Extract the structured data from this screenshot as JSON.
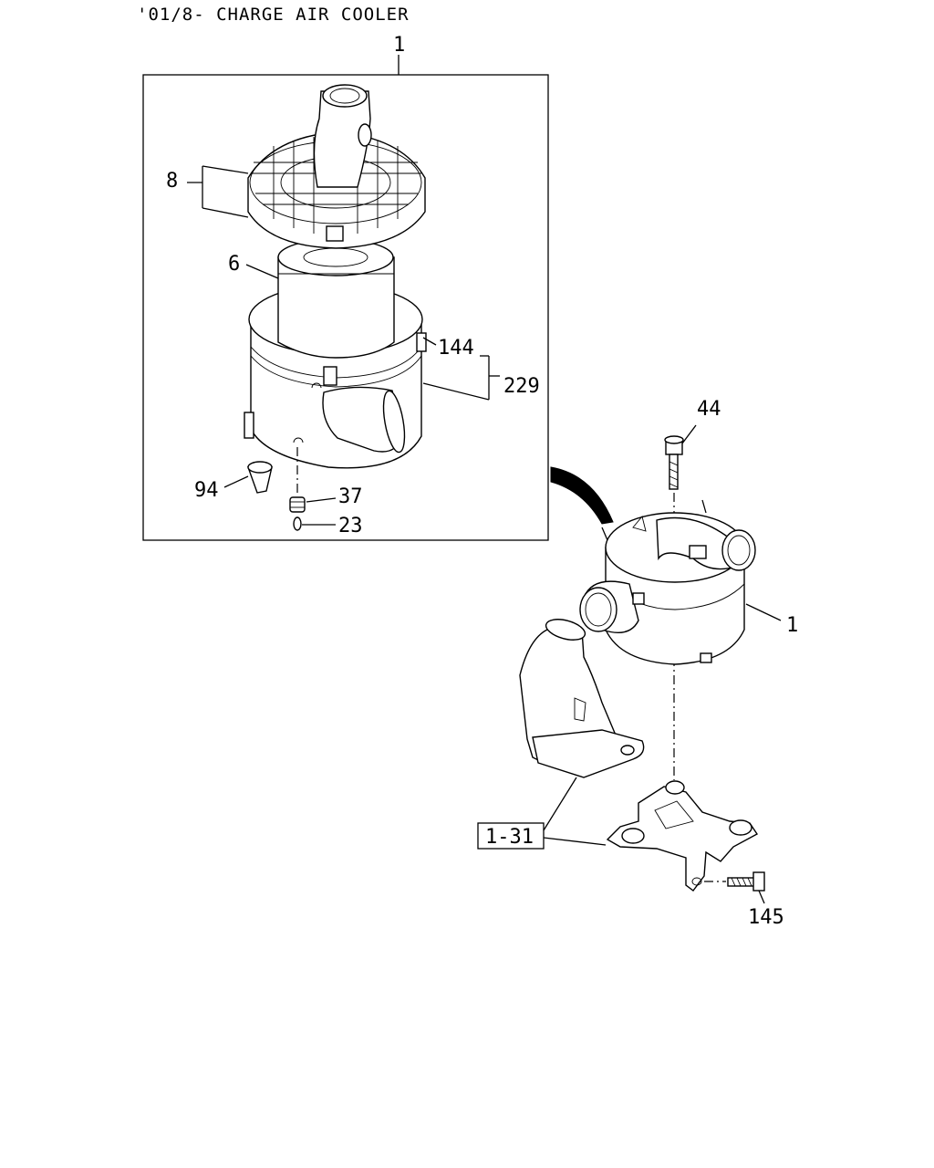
{
  "header": {
    "title": "'01/8- CHARGE AIR COOLER"
  },
  "callouts": {
    "assembly_top": "1",
    "c8": "8",
    "c6": "6",
    "c144": "144",
    "c229": "229",
    "c94": "94",
    "c37": "37",
    "c23": "23",
    "c44": "44",
    "assembly_right": "1",
    "ref_box": "1-31",
    "c145": "145"
  },
  "colors": {
    "line": "#000000",
    "background": "#ffffff"
  }
}
